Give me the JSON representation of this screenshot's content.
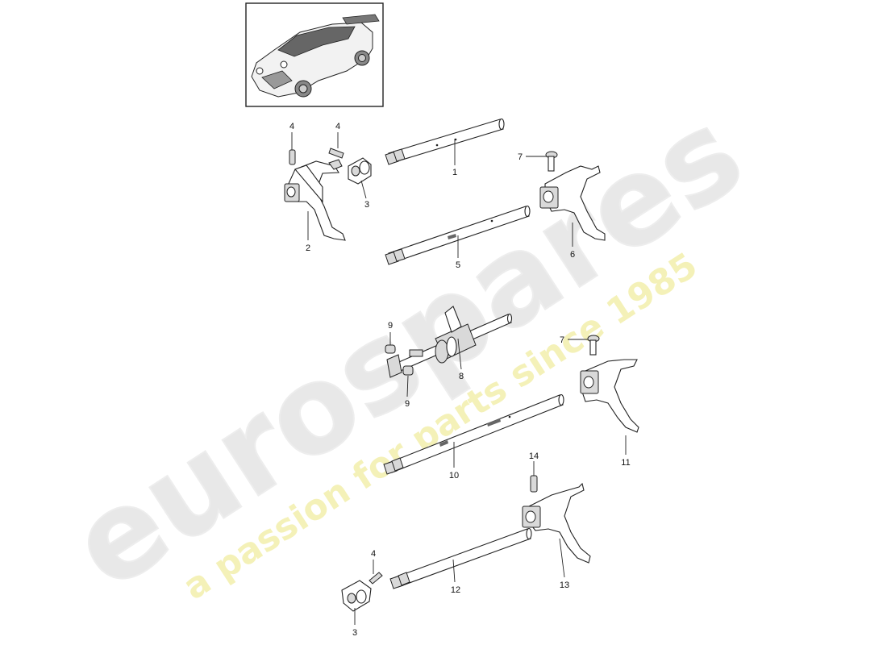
{
  "watermark": {
    "brand": "eurospares",
    "tagline": "a passion for parts since 1985"
  },
  "colors": {
    "watermark_brand": "#e8e8e8",
    "watermark_tagline": "#f4f1b8",
    "line": "#222222"
  },
  "callouts": [
    {
      "id": "c1",
      "label": "1"
    },
    {
      "id": "c2",
      "label": "2"
    },
    {
      "id": "c3a",
      "label": "3"
    },
    {
      "id": "c3b",
      "label": "3"
    },
    {
      "id": "c4a",
      "label": "4"
    },
    {
      "id": "c4b",
      "label": "4"
    },
    {
      "id": "c4c",
      "label": "4"
    },
    {
      "id": "c5",
      "label": "5"
    },
    {
      "id": "c6",
      "label": "6"
    },
    {
      "id": "c7a",
      "label": "7"
    },
    {
      "id": "c7b",
      "label": "7"
    },
    {
      "id": "c8",
      "label": "8"
    },
    {
      "id": "c9a",
      "label": "9"
    },
    {
      "id": "c9b",
      "label": "9"
    },
    {
      "id": "c10",
      "label": "10"
    },
    {
      "id": "c11",
      "label": "11"
    },
    {
      "id": "c12",
      "label": "12"
    },
    {
      "id": "c13",
      "label": "13"
    },
    {
      "id": "c14",
      "label": "14"
    }
  ]
}
